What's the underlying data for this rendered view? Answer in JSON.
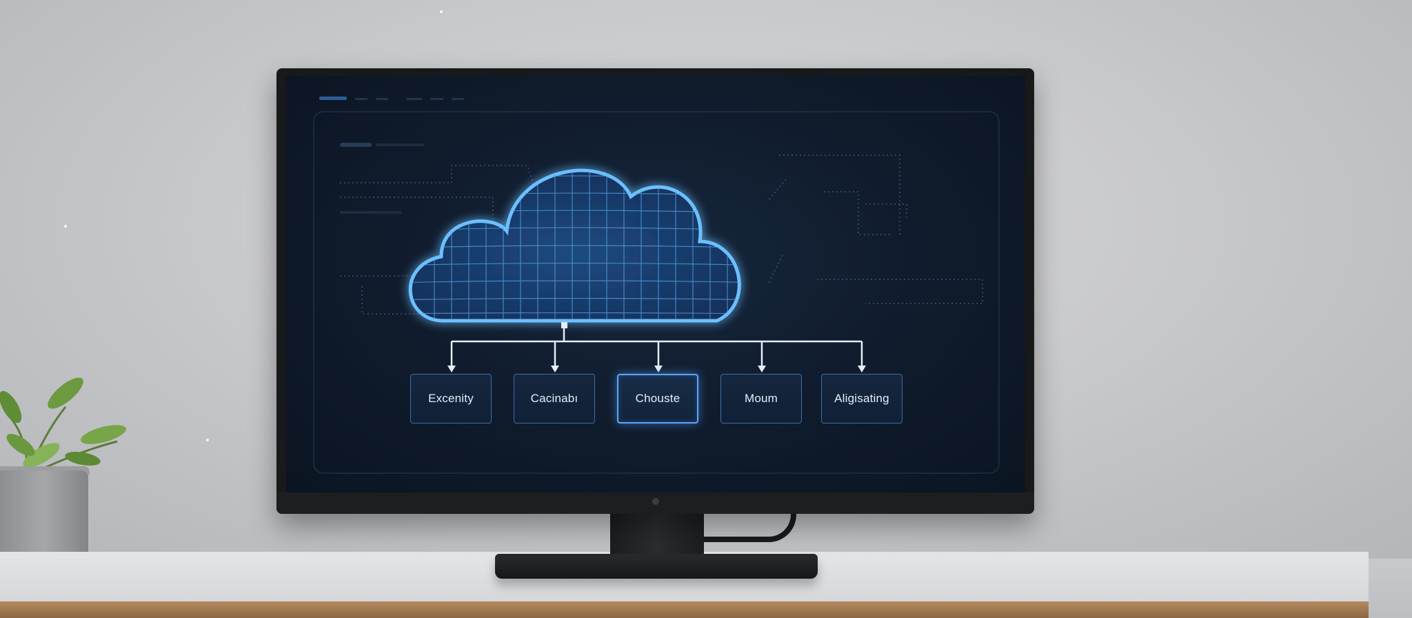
{
  "diagram": {
    "nodes": [
      {
        "label": "Excenity",
        "active": false
      },
      {
        "label": "Cacinabı",
        "active": false
      },
      {
        "label": "Chouste",
        "active": true
      },
      {
        "label": "Moum",
        "active": false
      },
      {
        "label": "Aligisating",
        "active": false
      }
    ]
  },
  "colors": {
    "screen_bg": "#0f1a2a",
    "cloud_glow": "#4aa3ff",
    "node_border": "#3d6fa8",
    "node_text": "#e6eef8",
    "wall": "#c9cacd",
    "desk_wood": "#a57d54"
  },
  "icons": [
    "cloud-icon",
    "potted-plant"
  ]
}
